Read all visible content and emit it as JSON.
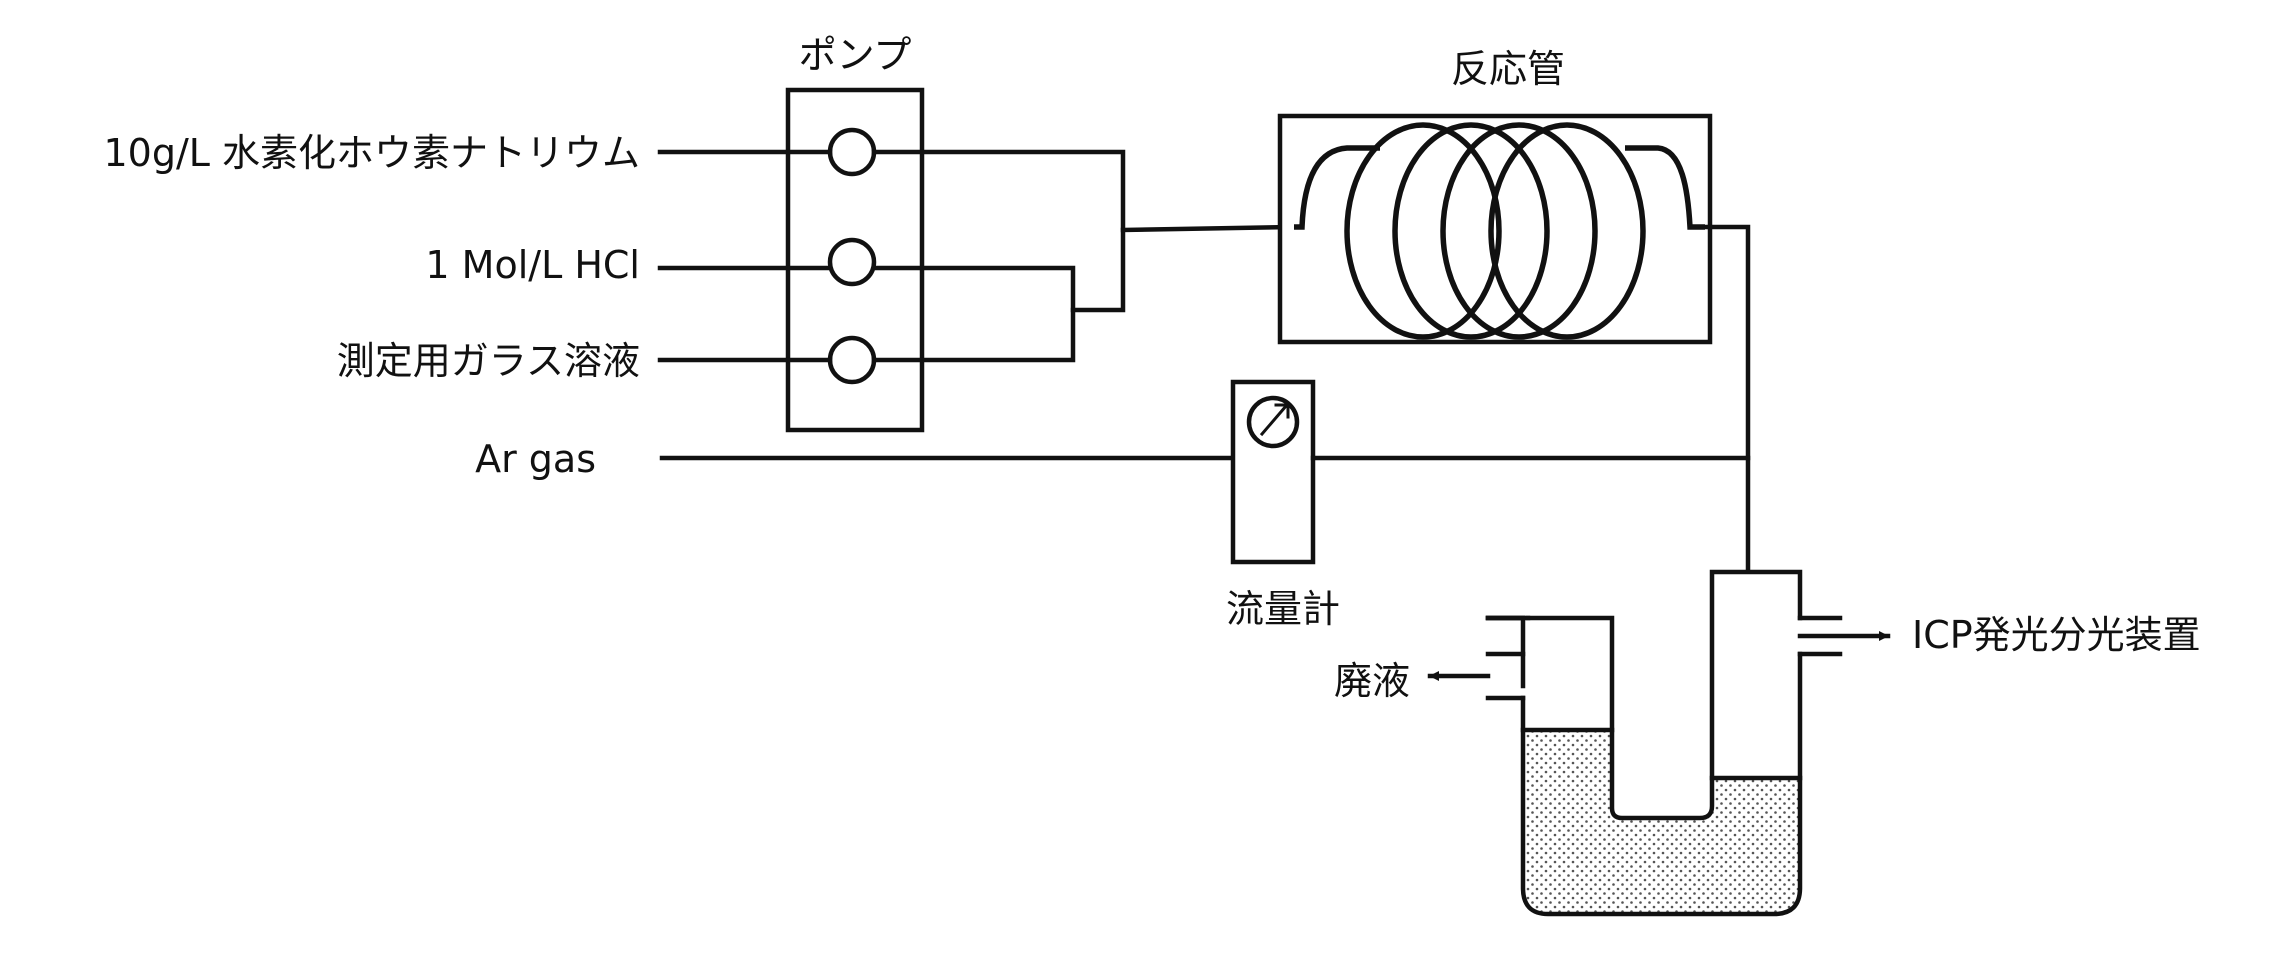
{
  "labels": {
    "pump": "ポンプ",
    "reaction_tube": "反応管",
    "reagent_nabh4": "10g/L 水素化ホウ素ナトリウム",
    "reagent_hcl": "1 Mol/L HCl",
    "sample": "測定用ガラス溶液",
    "argon": "Ar gas",
    "flowmeter": "流量計",
    "waste": "廃液",
    "icp": "ICP発光分光装置"
  },
  "colors": {
    "line": "#111111",
    "background": "#ffffff",
    "liquid_dots": "#555555"
  }
}
